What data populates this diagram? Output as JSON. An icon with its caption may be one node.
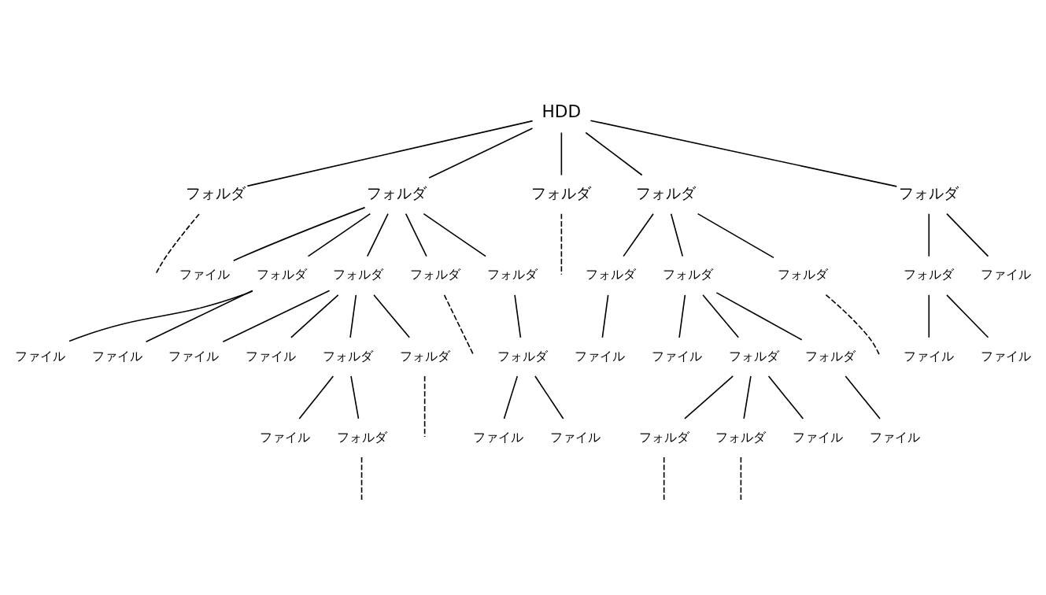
{
  "diagram": {
    "nodes": [
      {
        "text": [
          "HDD"
        ]
      },
      {
        "text": [
          "フォルダ"
        ]
      },
      {
        "text": [
          "フォルダ"
        ]
      },
      {
        "text": [
          "フォルダ"
        ]
      },
      {
        "text": [
          "フォルダ"
        ]
      },
      {
        "text": [
          "フォルダ"
        ]
      },
      {
        "text": [
          "ファイル"
        ]
      },
      {
        "text": [
          "フォルダ"
        ]
      },
      {
        "text": [
          "フォルダ"
        ]
      },
      {
        "text": [
          "フォルダ"
        ]
      },
      {
        "text": [
          "フォルダ"
        ]
      },
      {
        "text": [
          "フォルダ"
        ]
      },
      {
        "text": [
          "フォルダ"
        ]
      },
      {
        "text": [
          "フォルダ"
        ]
      },
      {
        "text": [
          "フォルダ"
        ]
      },
      {
        "text": [
          "ファイル"
        ]
      },
      {
        "text": [
          "ファイル"
        ]
      },
      {
        "text": [
          "ファイル"
        ]
      },
      {
        "text": [
          "ファイル"
        ]
      },
      {
        "text": [
          "ファイル"
        ]
      },
      {
        "text": [
          "ファイル"
        ]
      },
      {
        "text": [
          "ファイル"
        ]
      },
      {
        "text": [
          "ファイル"
        ]
      },
      {
        "text": [
          "フォルダ"
        ]
      },
      {
        "text": [
          "フォルダ"
        ]
      },
      {
        "text": [
          "フォルダ"
        ]
      },
      {
        "text": [
          "ファイル"
        ]
      },
      {
        "text": [
          "フォルダ"
        ]
      },
      {
        "text": [
          "フォルダ"
        ]
      },
      {
        "text": [
          "ファイル"
        ]
      },
      {
        "text": [
          "フォルダ"
        ]
      },
      {
        "text": [
          "ファイル"
        ]
      },
      {
        "text": [
          "ファイル"
        ]
      },
      {
        "text": [
          "フォルダ"
        ]
      },
      {
        "text": [
          "フォルダ"
        ]
      },
      {
        "text": [
          "ファイル"
        ]
      },
      {
        "text": [
          "ファイル"
        ]
      }
    ],
    "edges": [
      {
        "from": 0,
        "to": 1,
        "arrow": "none"
      },
      {
        "from": 0,
        "to": 2,
        "arrow": "none"
      },
      {
        "from": 0,
        "to": 3,
        "arrow": "none"
      },
      {
        "from": 0,
        "to": 4,
        "arrow": "none"
      },
      {
        "from": 0,
        "to": 5,
        "arrow": "none"
      },
      {
        "from": 1,
        "to": null,
        "arrow": "none",
        "style": "dashed"
      },
      {
        "from": 2,
        "to": 6,
        "arrow": "none"
      },
      {
        "from": 2,
        "to": 7,
        "arrow": "none"
      },
      {
        "from": 2,
        "to": 8,
        "arrow": "none"
      },
      {
        "from": 2,
        "to": 9,
        "arrow": "none"
      },
      {
        "from": 2,
        "to": 10,
        "arrow": "none"
      },
      {
        "from": 3,
        "to": null,
        "arrow": "none",
        "style": "dashed"
      },
      {
        "from": 4,
        "to": 11,
        "arrow": "none"
      },
      {
        "from": 4,
        "to": 12,
        "arrow": "none"
      },
      {
        "from": 4,
        "to": 13,
        "arrow": "none"
      },
      {
        "from": 5,
        "to": 14,
        "arrow": "none"
      },
      {
        "from": 5,
        "to": 15,
        "arrow": "none"
      },
      {
        "from": 7,
        "to": 16,
        "arrow": "none"
      },
      {
        "from": 7,
        "to": 17,
        "arrow": "none"
      },
      {
        "from": 8,
        "to": 21,
        "arrow": "none"
      },
      {
        "from": 8,
        "to": 22,
        "arrow": "none"
      },
      {
        "from": 8,
        "to": 23,
        "arrow": "none"
      },
      {
        "from": 8,
        "to": 24,
        "arrow": "none"
      },
      {
        "from": 9,
        "to": null,
        "arrow": "none",
        "style": "dashed"
      },
      {
        "from": 10,
        "to": 25,
        "arrow": "none"
      },
      {
        "from": 11,
        "to": 18,
        "arrow": "none"
      },
      {
        "from": 12,
        "to": 26,
        "arrow": "none"
      },
      {
        "from": 12,
        "to": 27,
        "arrow": "none"
      },
      {
        "from": 12,
        "to": 28,
        "arrow": "none"
      },
      {
        "from": 13,
        "to": null,
        "arrow": "none",
        "style": "dashed"
      },
      {
        "from": 14,
        "to": 19,
        "arrow": "none"
      },
      {
        "from": 14,
        "to": 20,
        "arrow": "none"
      },
      {
        "from": 23,
        "to": 29,
        "arrow": "none"
      },
      {
        "from": 23,
        "to": 30,
        "arrow": "none"
      },
      {
        "from": 24,
        "to": null,
        "arrow": "none",
        "style": "dashed"
      },
      {
        "from": 25,
        "to": 31,
        "arrow": "none"
      },
      {
        "from": 25,
        "to": 32,
        "arrow": "none"
      },
      {
        "from": 27,
        "to": 33,
        "arrow": "none"
      },
      {
        "from": 27,
        "to": 34,
        "arrow": "none"
      },
      {
        "from": 27,
        "to": 35,
        "arrow": "none"
      },
      {
        "from": 28,
        "to": 36,
        "arrow": "none"
      },
      {
        "from": 30,
        "to": null,
        "arrow": "none",
        "style": "dashed"
      },
      {
        "from": 33,
        "to": null,
        "arrow": "none",
        "style": "dashed"
      },
      {
        "from": 34,
        "to": null,
        "arrow": "none",
        "style": "dashed"
      }
    ]
  }
}
